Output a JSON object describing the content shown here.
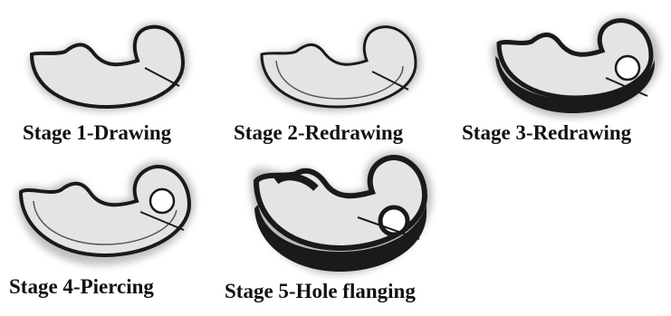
{
  "stages": [
    {
      "id": "stage-1",
      "caption": "Stage 1-Drawing",
      "has_hole": false,
      "hole_flanged": false
    },
    {
      "id": "stage-2",
      "caption": "Stage 2-Redrawing",
      "has_hole": false,
      "hole_flanged": false
    },
    {
      "id": "stage-3",
      "caption": "Stage 3-Redrawing",
      "has_hole": true,
      "hole_flanged": false
    },
    {
      "id": "stage-4",
      "caption": "Stage 4-Piercing",
      "has_hole": true,
      "hole_flanged": false
    },
    {
      "id": "stage-5",
      "caption": "Stage 5-Hole flanging",
      "has_hole": true,
      "hole_flanged": true
    }
  ],
  "colors": {
    "part_fill": "#e4e4e4",
    "outline": "#1a1a1a",
    "shadow": "#9a9a9a",
    "background": "#ffffff"
  }
}
